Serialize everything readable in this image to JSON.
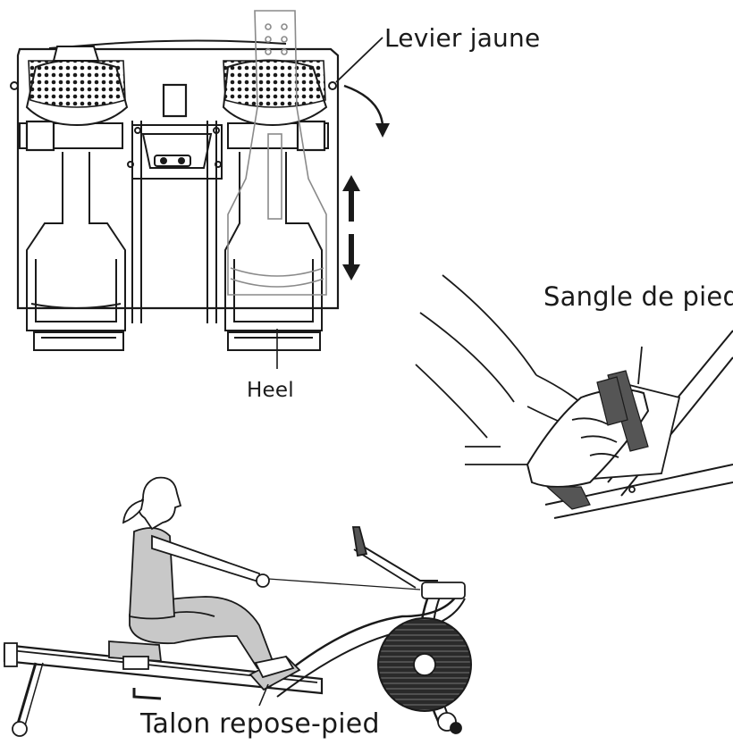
{
  "labels": {
    "levier_jaune": "Levier jaune",
    "sangle_de_pied": "Sangle de pied",
    "heel": "Heel",
    "talon_repose_pied": "Talon repose-pied"
  },
  "colors": {
    "line": "#1a1a1a",
    "gray_outline": "#8a8a8a",
    "body_fill": "#c8c8c8",
    "strap_fill": "#555555",
    "background": "#ffffff"
  }
}
